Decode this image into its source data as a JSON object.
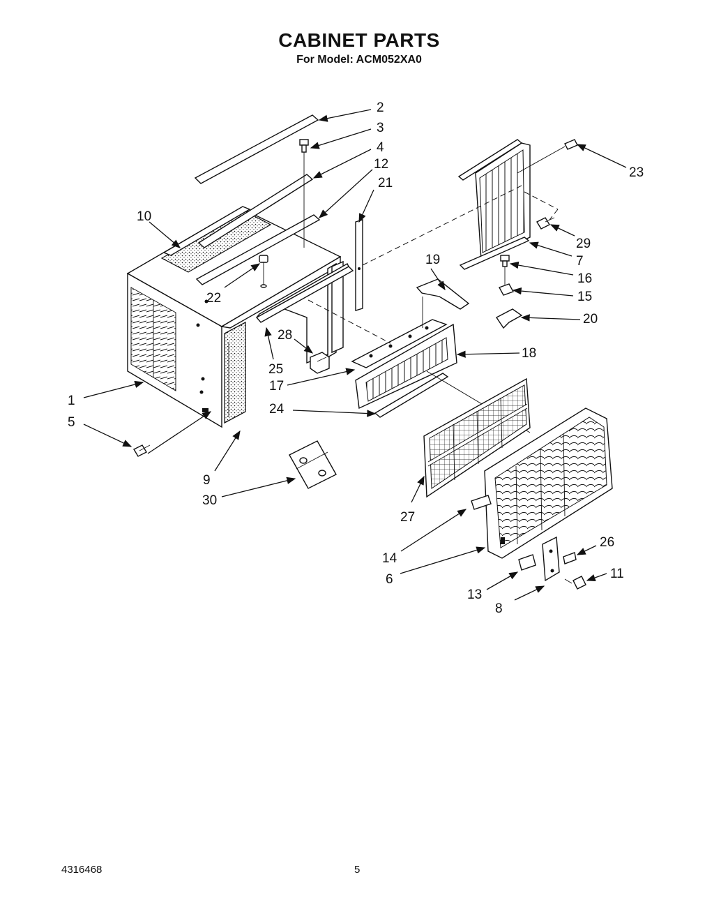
{
  "header": {
    "title": "CABINET PARTS",
    "subtitle": "For Model: ACM052XA0"
  },
  "footer": {
    "doc_number": "4316468",
    "page_number": "5"
  },
  "callouts": [
    "1",
    "2",
    "3",
    "4",
    "5",
    "6",
    "7",
    "8",
    "9",
    "10",
    "11",
    "12",
    "13",
    "14",
    "15",
    "16",
    "17",
    "18",
    "19",
    "20",
    "21",
    "22",
    "23",
    "24",
    "25",
    "26",
    "27",
    "28",
    "29",
    "30"
  ]
}
